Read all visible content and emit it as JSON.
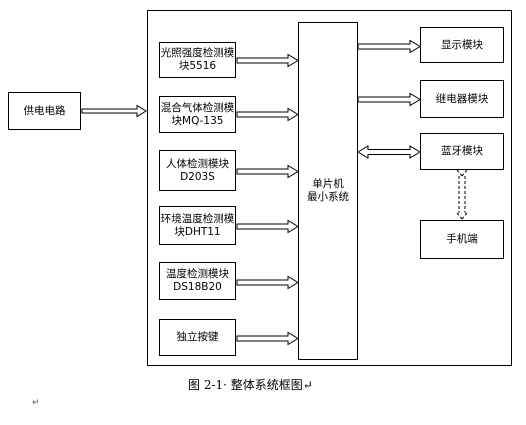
{
  "blocks": {
    "power": "供电电路",
    "light_1": "光照强度检测模",
    "light_2": "块5516",
    "gas_1": "混合气体检测模",
    "gas_2": "块MQ-135",
    "human_1": "人体检测模块",
    "human_2": "D203S",
    "env_1": "环境温度检测模",
    "env_2": "块DHT11",
    "temp_1": "温度检测模块",
    "temp_2": "DS18B20",
    "key": "独立按键",
    "mcu_1": "单片机",
    "mcu_2": "最小系统",
    "display": "显示模块",
    "relay": "继电器模块",
    "bluetooth": "蓝牙模块",
    "phone": "手机端"
  },
  "caption": "图 2-1· 整体系统框图↵",
  "paragraph_mark": "↵"
}
